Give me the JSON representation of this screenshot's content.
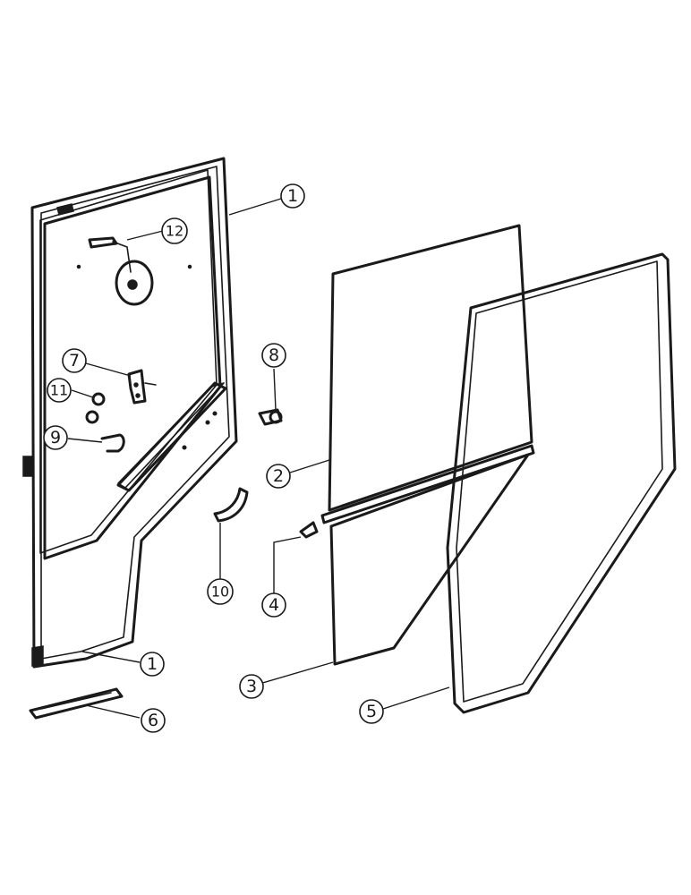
{
  "diagram": {
    "callouts": [
      {
        "id": "door-frame-top",
        "label": "1"
      },
      {
        "id": "door-frame-bottom",
        "label": "1"
      },
      {
        "id": "upper-glass",
        "label": "2"
      },
      {
        "id": "lower-glass",
        "label": "3"
      },
      {
        "id": "glass-clip",
        "label": "4"
      },
      {
        "id": "seal",
        "label": "5"
      },
      {
        "id": "step-strip",
        "label": "6"
      },
      {
        "id": "latch-bracket",
        "label": "7"
      },
      {
        "id": "knob",
        "label": "8"
      },
      {
        "id": "hook",
        "label": "9"
      },
      {
        "id": "handle",
        "label": "10"
      },
      {
        "id": "nut",
        "label": "11"
      },
      {
        "id": "mirror",
        "label": "12"
      }
    ]
  }
}
